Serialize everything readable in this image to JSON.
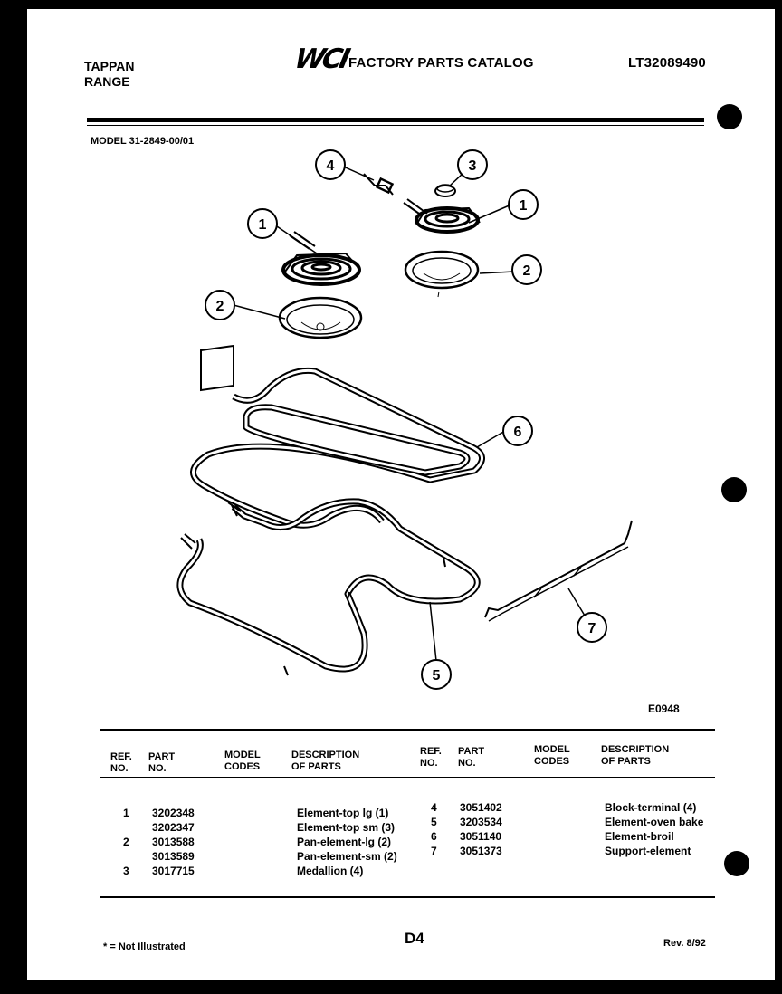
{
  "header": {
    "brand_line1": "TAPPAN",
    "brand_line2": "RANGE",
    "logo": "WCI",
    "catalog_title": "FACTORY PARTS CATALOG",
    "catalog_number": "LT32089490"
  },
  "model_line": "MODEL 31-2849-00/01",
  "diagram": {
    "callouts": [
      "1",
      "2",
      "3",
      "4",
      "5",
      "6",
      "7"
    ],
    "code": "E0948"
  },
  "table": {
    "headers": {
      "ref": "REF.",
      "no": "NO.",
      "part": "PART",
      "part_no": "NO.",
      "model": "MODEL",
      "codes": "CODES",
      "desc": "DESCRIPTION",
      "of_parts": "OF PARTS"
    },
    "left": [
      {
        "ref": "1",
        "part": "3202348",
        "desc": "Element-top lg (1)"
      },
      {
        "ref": "",
        "part": "3202347",
        "desc": "Element-top sm (3)"
      },
      {
        "ref": "2",
        "part": "3013588",
        "desc": "Pan-element-lg (2)"
      },
      {
        "ref": "",
        "part": "3013589",
        "desc": "Pan-element-sm (2)"
      },
      {
        "ref": "3",
        "part": "3017715",
        "desc": "Medallion (4)"
      }
    ],
    "right": [
      {
        "ref": "4",
        "part": "3051402",
        "desc": "Block-terminal (4)"
      },
      {
        "ref": "5",
        "part": "3203534",
        "desc": "Element-oven bake"
      },
      {
        "ref": "6",
        "part": "3051140",
        "desc": "Element-broil"
      },
      {
        "ref": "7",
        "part": "3051373",
        "desc": "Support-element"
      }
    ]
  },
  "footer": {
    "note": "* = Not Illustrated",
    "page": "D4",
    "rev": "Rev. 8/92"
  },
  "icons": {
    "punch_hole": "filled-circle",
    "callout": "circled-number"
  }
}
